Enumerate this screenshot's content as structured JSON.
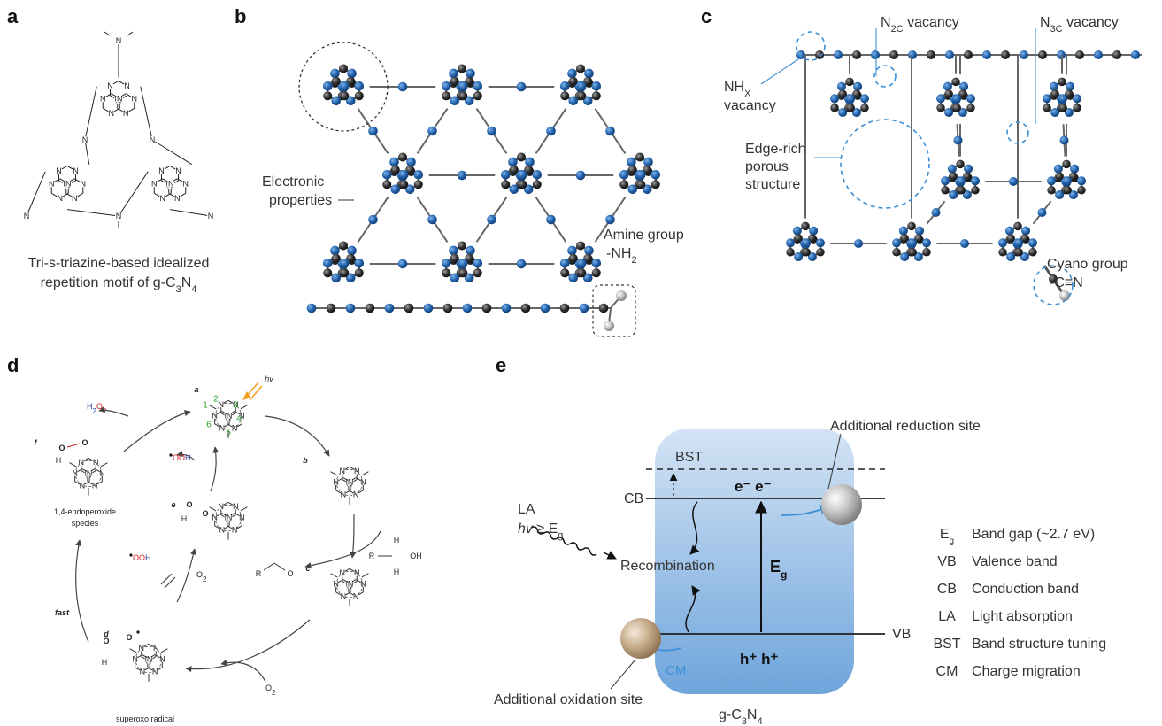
{
  "panels": {
    "a": {
      "letter": "a",
      "node_label": "N",
      "caption_line1": "Tri-s-triazine-based idealized",
      "caption_line2_prefix": "repetition motif of g-C",
      "caption_sub3": "3",
      "caption_N": "N",
      "caption_sub4": "4"
    },
    "b": {
      "letter": "b",
      "electronic_1": "Electronic",
      "electronic_2": "properties",
      "amine_1": "Amine group",
      "amine_2_prefix": "-NH",
      "amine_sub": "2"
    },
    "c": {
      "letter": "c",
      "n2c_prefix": "N",
      "n2c_sub": "2C",
      "n2c_suffix": " vacancy",
      "n3c_prefix": "N",
      "n3c_sub": "3C",
      "n3c_suffix": " vacancy",
      "nhx_prefix": "NH",
      "nhx_sub": "X",
      "nhx_line2": "vacancy",
      "edge_1": "Edge-rich",
      "edge_2": "porous",
      "edge_3": "structure",
      "cyano_1": "Cyano group",
      "cyano_2": "-C≡N"
    },
    "d": {
      "letter": "d",
      "h2o2_H": "H",
      "h2o2_sub1": "2",
      "h2o2_O": "O",
      "h2o2_sub2": "2",
      "hv": "hv",
      "nums": [
        "1",
        "2",
        "3",
        "4",
        "5",
        "6"
      ],
      "intermediates": [
        "a",
        "b",
        "c",
        "d",
        "e",
        "f"
      ],
      "ooh": "OOH",
      "o2_O": "O",
      "o2_sub": "2",
      "endoperoxide_1": "1,4-endoperoxide",
      "endoperoxide_2": "species",
      "fast": "fast",
      "superoxo": "superoxo radical",
      "aldehyde_R": "R",
      "aldehyde_O": "O",
      "alcohol_R": "R",
      "alcohol_H": "H",
      "alcohol_OH": "OH",
      "N": "N",
      "H": "H",
      "O": "O"
    },
    "e": {
      "letter": "e",
      "bst": "BST",
      "cb": "CB",
      "vb": "VB",
      "la": "LA",
      "hv_prefix": "hv",
      "hv_ge": " ≥ E",
      "hv_sub": "g",
      "electrons": "e⁻ e⁻",
      "holes": "h⁺ h⁺",
      "recombination": "Recombination",
      "eg_main": "E",
      "eg_sub": "g",
      "cm": "CM",
      "reduction_site": "Additional reduction site",
      "oxidation_site": "Additional oxidation site",
      "material_prefix": "g-C",
      "material_sub3": "3",
      "material_N": "N",
      "material_sub4": "4",
      "legend": [
        {
          "abbr": "E",
          "abbr_sub": "g",
          "desc": "Band gap (~2.7 eV)"
        },
        {
          "abbr": "VB",
          "abbr_sub": "",
          "desc": "Valence band"
        },
        {
          "abbr": "CB",
          "abbr_sub": "",
          "desc": "Conduction band"
        },
        {
          "abbr": "LA",
          "abbr_sub": "",
          "desc": "Light absorption"
        },
        {
          "abbr": "BST",
          "abbr_sub": "",
          "desc": "Band structure tuning"
        },
        {
          "abbr": "CM",
          "abbr_sub": "",
          "desc": "Charge migration"
        }
      ]
    }
  },
  "colors": {
    "atom_blue": "#1f5fa8",
    "atom_black": "#2a2a2a",
    "dashed_blue": "#3b8fd6",
    "box_fill_top": "#c8dcf2",
    "box_fill_bottom": "#7aaedf",
    "arrow_blue": "#3b8fd6",
    "sphere_gray": "#9a9a9a",
    "sphere_tan": "#b49a78",
    "green_numbers": "#2e9c2e",
    "red_oxygen": "#d62020",
    "blue_nh": "#2a3aa8",
    "orange_hv": "#f29b1a"
  }
}
